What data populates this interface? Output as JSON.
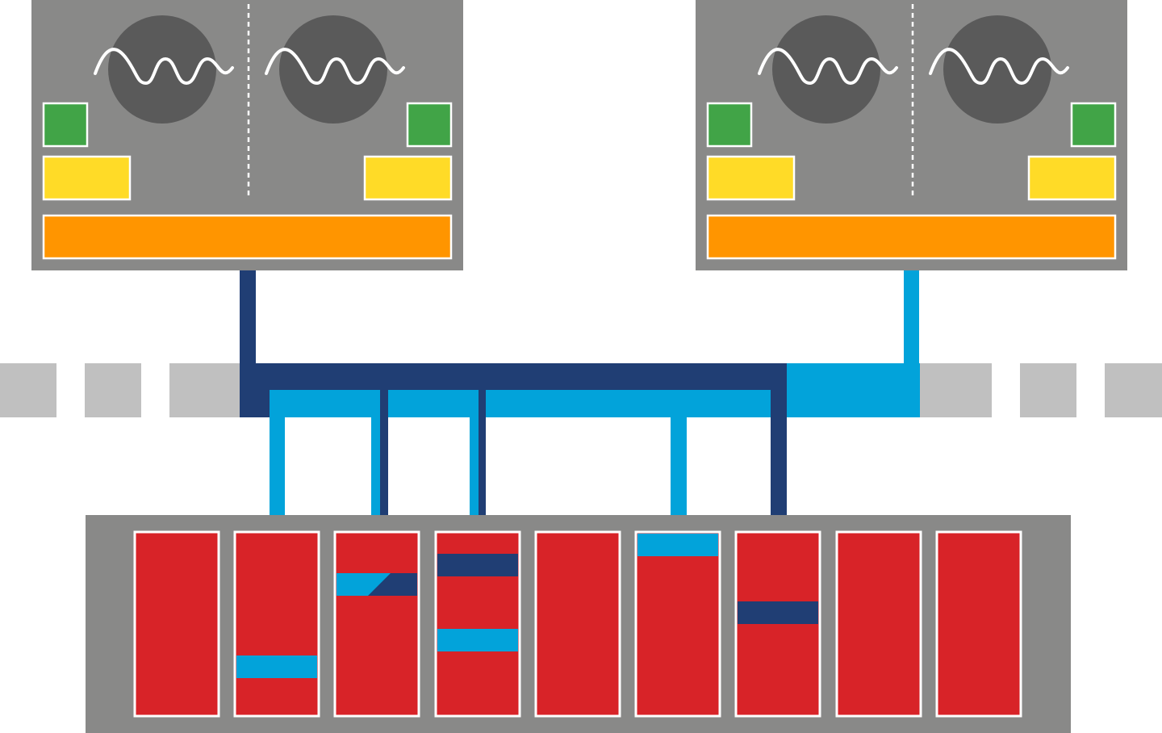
{
  "colors": {
    "background": "#ffffff",
    "server_body": "#898988",
    "fan_disc": "#5a5a5a",
    "wave": "#ffffff",
    "status_green": "#41a447",
    "status_yellow": "#ffdb27",
    "status_orange": "#ff9500",
    "cable_dark": "#203e74",
    "cable_light": "#02a3da",
    "floor_tile": "#c0c0c0",
    "array_body": "#898988",
    "drive_red": "#d82328",
    "outline": "#ffffff"
  },
  "icons": {
    "fan": "fan-icon",
    "wave": "sine-wave-icon"
  },
  "servers": [
    {
      "id": "server-left",
      "fans": 2,
      "indicators": [
        "green",
        "yellow",
        "orange"
      ]
    },
    {
      "id": "server-right",
      "fans": 2,
      "indicators": [
        "green",
        "yellow",
        "orange"
      ]
    }
  ],
  "storage_array": {
    "drive_count": 9,
    "drives": [
      {
        "stripes": []
      },
      {
        "stripes": [
          "light"
        ]
      },
      {
        "stripes": [
          "light+dark"
        ]
      },
      {
        "stripes": [
          "dark",
          "light"
        ]
      },
      {
        "stripes": []
      },
      {
        "stripes": [
          "light"
        ]
      },
      {
        "stripes": [
          "dark"
        ]
      },
      {
        "stripes": []
      },
      {
        "stripes": []
      }
    ]
  }
}
